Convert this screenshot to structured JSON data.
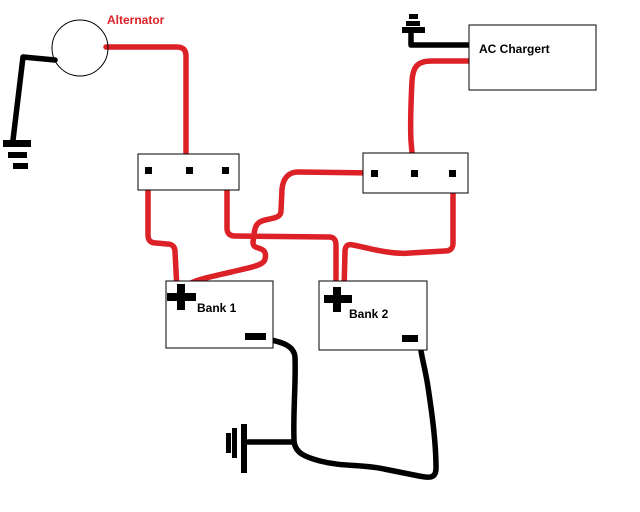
{
  "diagram": {
    "background": "#ffffff",
    "labels": {
      "alternator": "Alternator",
      "ac_charger": "AC Chargert",
      "bank1": "Bank 1",
      "bank2": "Bank 2"
    },
    "colors": {
      "positive_wire": "#dc2127",
      "negative_wire": "#000000",
      "alternator_label": "#dc2127",
      "component_label": "#000000",
      "outline": "#000000"
    },
    "icons": {
      "alternator_ground": "ground-icon",
      "charger_ground": "ground-icon-inverted",
      "battery_ground": "ground-icon-sideways",
      "bank_positive": "plus-terminal-icon",
      "bank_negative": "minus-terminal-icon",
      "switch_posts": "terminal-post-icon"
    }
  }
}
